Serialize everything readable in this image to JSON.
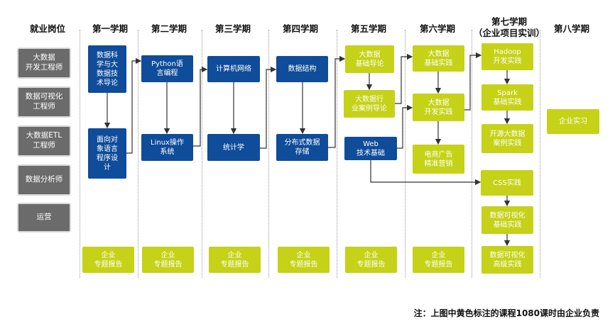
{
  "headers": {
    "positions": "就业岗位",
    "t1": "第一学期",
    "t2": "第二学期",
    "t3": "第三学期",
    "t4": "第四学期",
    "t5": "第五学期",
    "t6": "第六学期",
    "t7": "第七学期\n（企业项目实训）",
    "t8": "第八学期"
  },
  "positions": [
    "大数据\n开发工程师",
    "数据可视化\n工程师",
    "大数据ETL\n工程师",
    "数据分析师",
    "运营"
  ],
  "courses": {
    "c1a": "数据科\n学与大\n数据技\n术导论",
    "c1b": "面向对\n象语言\n程序设\n计",
    "c2a": "Python语\n言编程",
    "c2b": "Linux操作\n系统",
    "c3a": "计算机网络",
    "c3b": "统计学",
    "c4a": "数据结构",
    "c4b": "分布式数据\n存储",
    "c5a": "大数据\n基础导论",
    "c5b": "大数据行\n业案例导论",
    "c5c": "Web\n技术基础",
    "c6a": "大数据\n基础实践",
    "c6b": "大数据\n开发实践",
    "c6c": "电商广告\n精准营销",
    "c7a": "Hadoop\n开发实践",
    "c7b": "Spark\n基础实践",
    "c7c": "开源大数据\n案例实践",
    "c7d": "CSS实践",
    "c7e": "数据可视化\n基础实践",
    "c7f": "数据可视化\n高级实践",
    "c8a": "企业实习"
  },
  "reports": [
    "企业\n专题报告",
    "企业\n专题报告",
    "企业\n专题报告",
    "企业\n专题报告",
    "企业\n专题报告",
    "企业\n专题报告"
  ],
  "note": "注：上图中黄色标注的课程1080课时由企业负责",
  "colors": {
    "blue": "#0f4c99",
    "yellow": "#c5d217",
    "gray": "#6b6b6b",
    "arrow": "#333333"
  }
}
